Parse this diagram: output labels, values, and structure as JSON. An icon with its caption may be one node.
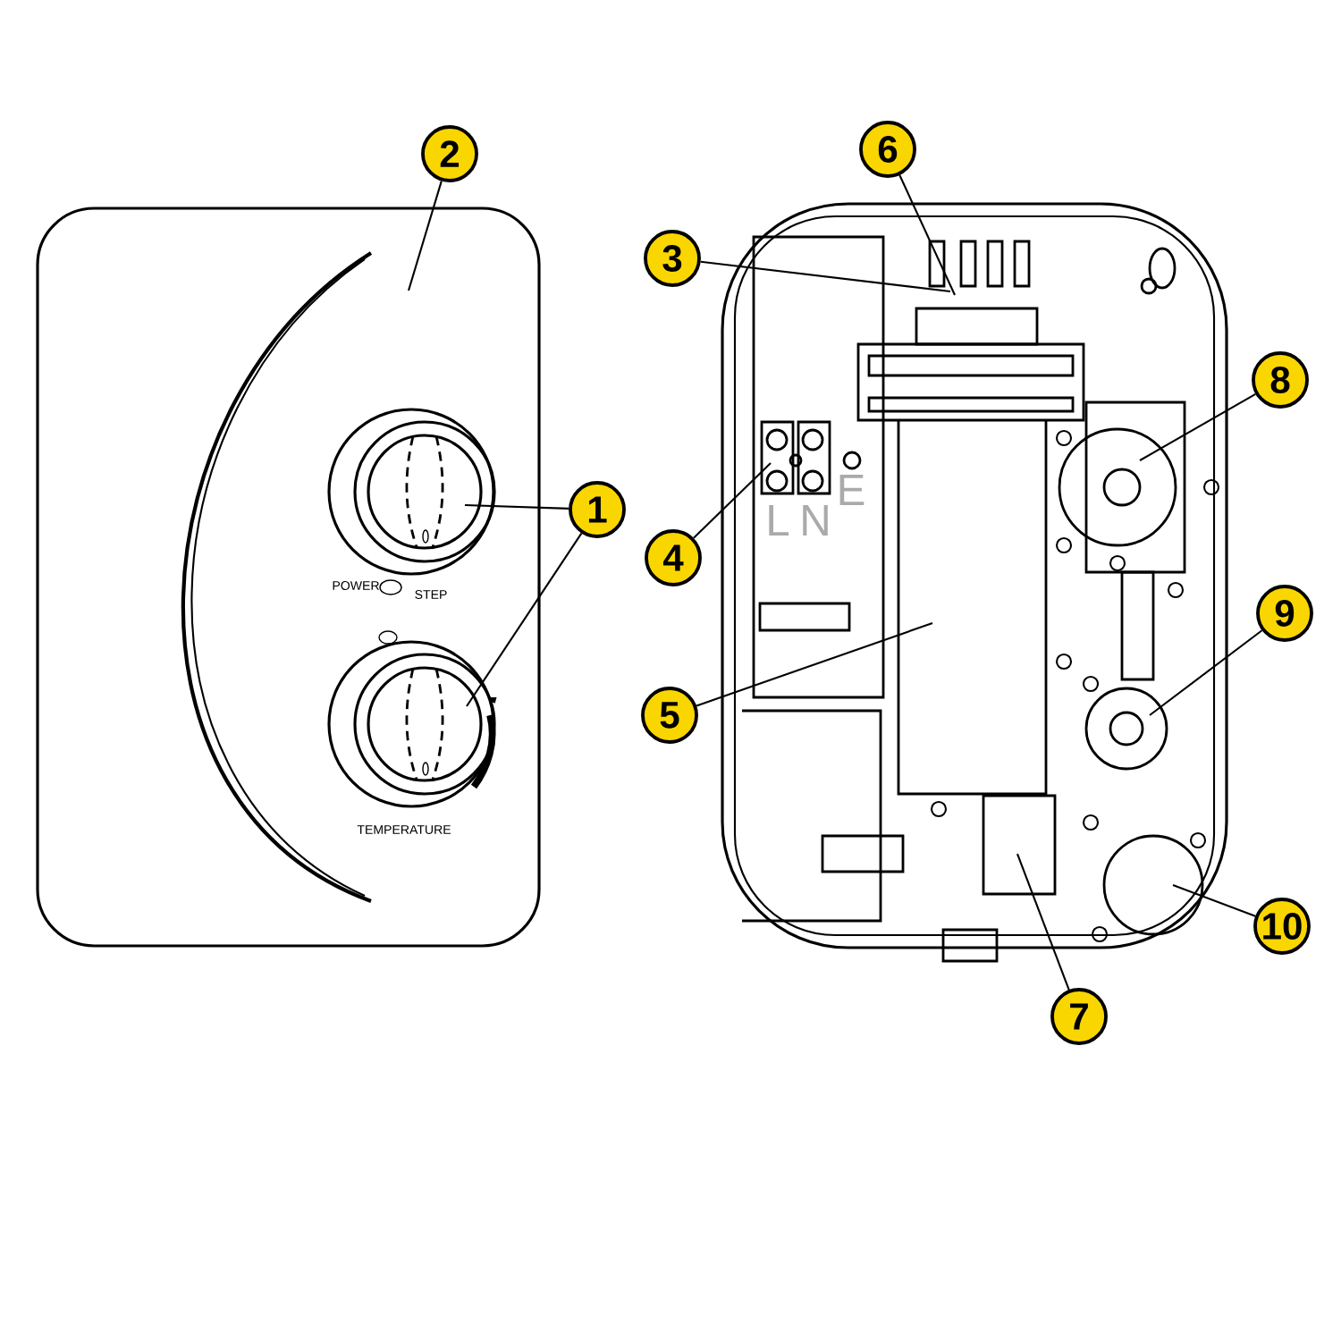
{
  "diagram": {
    "nodes": [
      {
        "text": [
          "1"
        ]
      },
      {
        "text": [
          "2"
        ]
      },
      {
        "text": [
          "3"
        ]
      },
      {
        "text": [
          "4"
        ]
      },
      {
        "text": [
          "5"
        ]
      },
      {
        "text": [
          "6"
        ]
      },
      {
        "text": [
          "7"
        ]
      },
      {
        "text": [
          "8"
        ]
      },
      {
        "text": [
          "9"
        ]
      },
      {
        "text": [
          "10"
        ]
      }
    ],
    "edges": [
      {
        "from": 0,
        "to": null,
        "arrow": "none"
      },
      {
        "from": 0,
        "to": null,
        "arrow": "none"
      },
      {
        "from": 1,
        "to": null,
        "arrow": "none"
      },
      {
        "from": 2,
        "to": null,
        "arrow": "none"
      },
      {
        "from": 3,
        "to": null,
        "arrow": "none"
      },
      {
        "from": 4,
        "to": null,
        "arrow": "none"
      },
      {
        "from": 5,
        "to": null,
        "arrow": "none"
      },
      {
        "from": 6,
        "to": null,
        "arrow": "none"
      },
      {
        "from": 7,
        "to": null,
        "arrow": "none"
      },
      {
        "from": 8,
        "to": null,
        "arrow": "none"
      },
      {
        "from": 9,
        "to": null,
        "arrow": "none"
      }
    ],
    "labels": [
      "POWER",
      "STEP",
      "TEMPERATURE",
      "L",
      "N",
      "E"
    ]
  }
}
